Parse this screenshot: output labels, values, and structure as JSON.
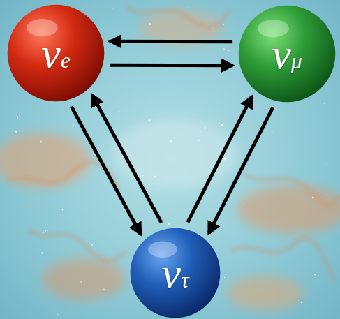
{
  "diagram": {
    "nodes": [
      {
        "text": [
          "νe"
        ]
      },
      {
        "text": [
          "νμ"
        ]
      },
      {
        "text": [
          "ντ"
        ]
      }
    ],
    "edges": [
      {
        "from": 1,
        "to": 0,
        "arrow": "to"
      },
      {
        "from": 0,
        "to": 1,
        "arrow": "to"
      },
      {
        "from": 0,
        "to": 2,
        "arrow": "to"
      },
      {
        "from": 2,
        "to": 0,
        "arrow": "to"
      },
      {
        "from": 2,
        "to": 1,
        "arrow": "to"
      },
      {
        "from": 1,
        "to": 2,
        "arrow": "to"
      }
    ]
  }
}
